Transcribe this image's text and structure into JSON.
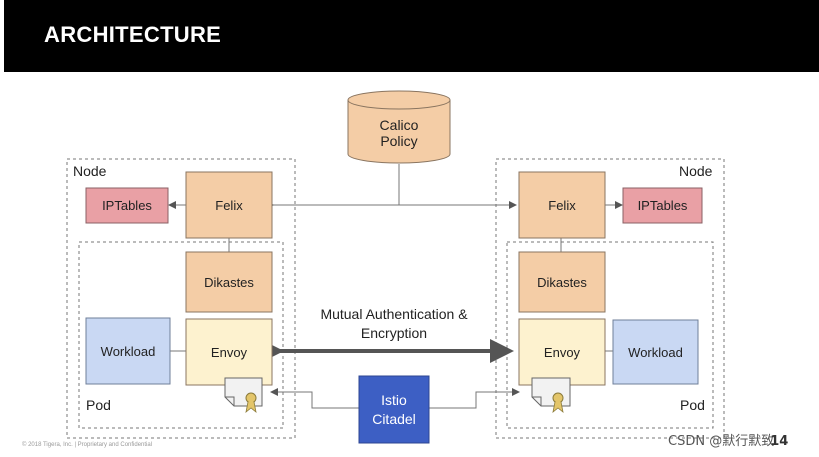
{
  "header": {
    "title": "ARCHITECTURE"
  },
  "policy": {
    "line1": "Calico",
    "line2": "Policy"
  },
  "left": {
    "node_label": "Node",
    "pod_label": "Pod",
    "iptables": "IPTables",
    "felix": "Felix",
    "dikastes": "Dikastes",
    "envoy": "Envoy",
    "workload": "Workload"
  },
  "right": {
    "node_label": "Node",
    "pod_label": "Pod",
    "iptables": "IPTables",
    "felix": "Felix",
    "dikastes": "Dikastes",
    "envoy": "Envoy",
    "workload": "Workload"
  },
  "mutual": {
    "line1": "Mutual Authentication &",
    "line2": "Encryption"
  },
  "citadel": {
    "line1": "Istio",
    "line2": "Citadel"
  },
  "footer": "© 2018 Tigera, Inc. | Proprietary and Confidential",
  "watermark": "CSDN @默行默致",
  "page_number": "14",
  "colors": {
    "felix_fill": "#f4cda6",
    "iptables_fill": "#e9a0a5",
    "envoy_fill": "#fdf2cf",
    "workload_fill": "#c9d8f3",
    "citadel_fill": "#3d5fc4",
    "policy_fill": "#f4cda6"
  }
}
